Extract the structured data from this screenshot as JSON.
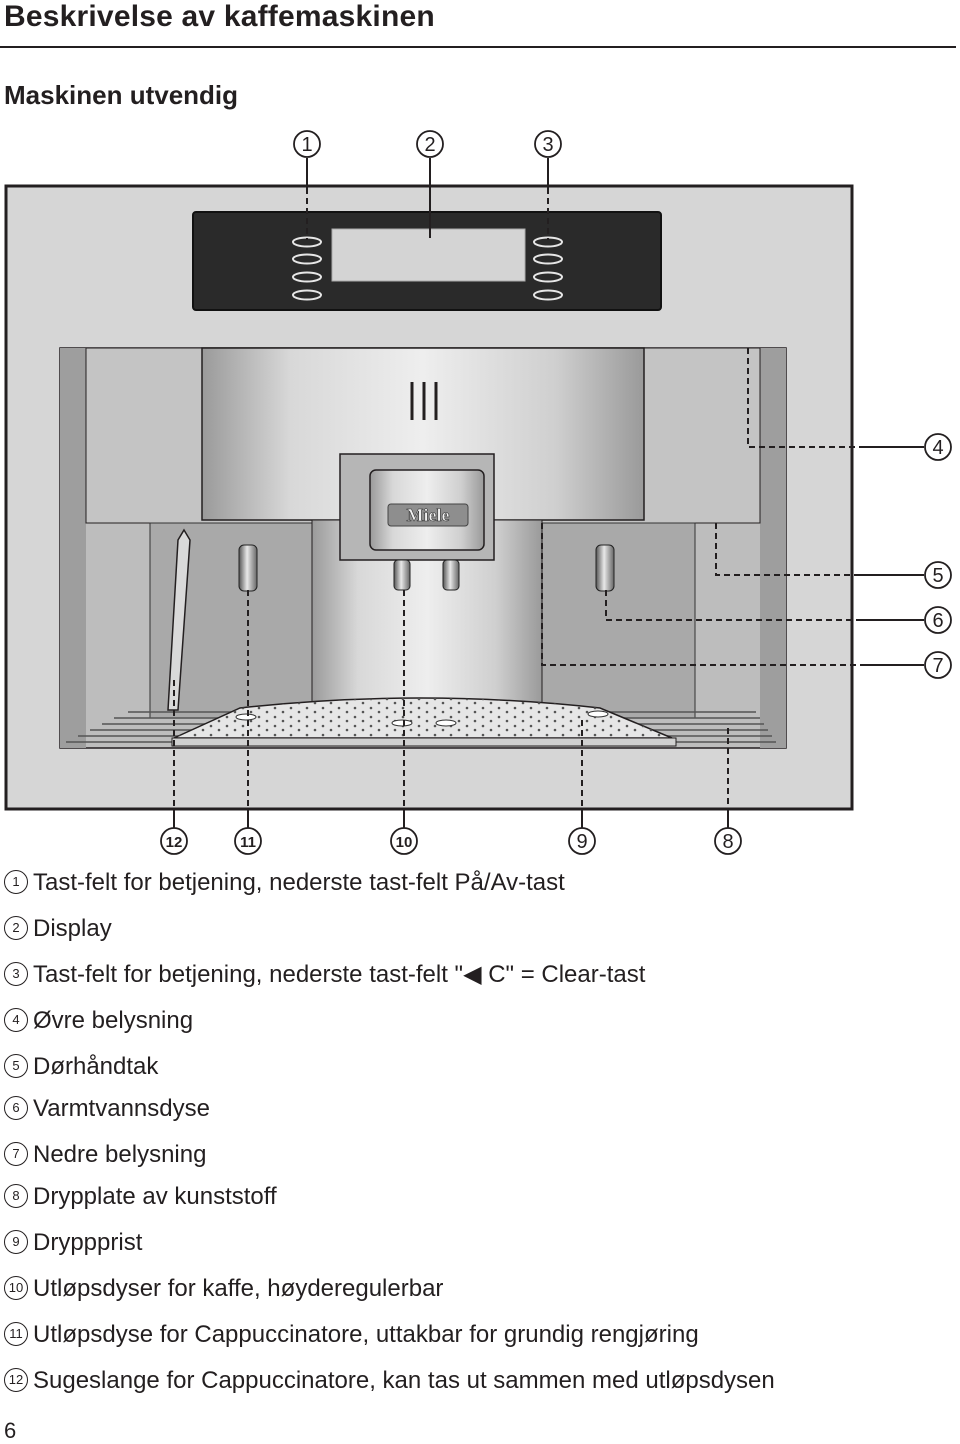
{
  "page": {
    "title": "Beskrivelse av kaffemaskinen",
    "subtitle": "Maskinen utvendig",
    "page_number": "6"
  },
  "figure": {
    "brand_logo": "Miele",
    "callouts": {
      "c1": "1",
      "c2": "2",
      "c3": "3",
      "c4": "4",
      "c5": "5",
      "c6": "6",
      "c7": "7",
      "c8": "8",
      "c9": "9",
      "c10": "10",
      "c11": "11",
      "c12": "12"
    }
  },
  "legend": [
    {
      "num": "1",
      "text": "Tast-felt for betjening, nederste tast-felt På/Av-tast"
    },
    {
      "num": "2",
      "text": "Display"
    },
    {
      "num": "3",
      "text": "Tast-felt for betjening, nederste tast-felt \"◀ C\" = Clear-tast"
    },
    {
      "num": "4",
      "text": "Øvre belysning"
    },
    {
      "num": "5",
      "text": "Dørhåndtak"
    },
    {
      "num": "6",
      "text": "Varmtvannsdyse"
    },
    {
      "num": "7",
      "text": "Nedre belysning"
    },
    {
      "num": "8",
      "text": "Drypplate av kunststoff"
    },
    {
      "num": "9",
      "text": "Dryppprist"
    },
    {
      "num": "10",
      "text": "Utløpsdyser for kaffe, høyderegulerbar"
    },
    {
      "num": "11",
      "text": "Utløpsdyse for Cappuccinatore, uttakbar for grundig rengjøring"
    },
    {
      "num": "12",
      "text": "Sugeslange for Cappuccinatore, kan tas ut sammen med utløpsdysen"
    }
  ]
}
